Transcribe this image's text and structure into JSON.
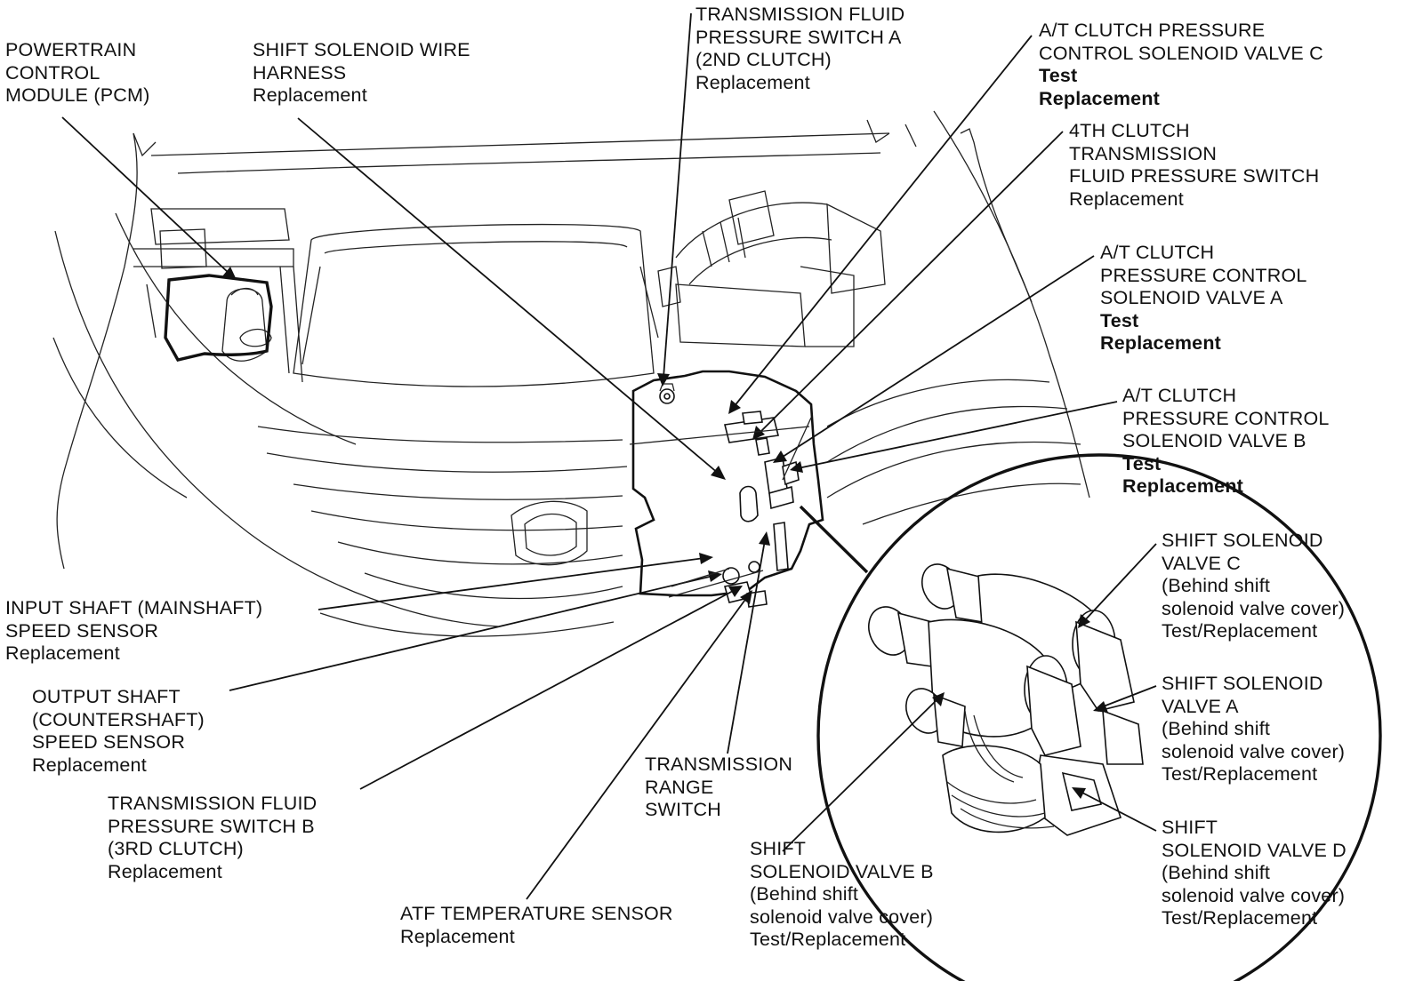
{
  "callouts": {
    "pcm": {
      "lines": [
        "POWERTRAIN",
        "CONTROL",
        "MODULE (PCM)"
      ]
    },
    "shift_solenoid_harness": {
      "lines": [
        "SHIFT SOLENOID WIRE",
        "HARNESS",
        "Replacement"
      ]
    },
    "tfps_a": {
      "lines": [
        "TRANSMISSION FLUID",
        "PRESSURE SWITCH A",
        "(2ND CLUTCH)",
        "Replacement"
      ]
    },
    "atcpc_c": {
      "lines": [
        "A/T CLUTCH PRESSURE",
        "CONTROL SOLENOID VALVE C"
      ],
      "bold_lines": [
        "Test",
        "Replacement"
      ]
    },
    "clutch4_tfps": {
      "lines": [
        "4TH CLUTCH",
        "TRANSMISSION",
        "FLUID PRESSURE SWITCH",
        "Replacement"
      ]
    },
    "atcpc_a": {
      "lines": [
        "A/T CLUTCH",
        "PRESSURE CONTROL",
        "SOLENOID VALVE A"
      ],
      "bold_lines": [
        "Test",
        "Replacement"
      ]
    },
    "atcpc_b": {
      "lines": [
        "A/T CLUTCH",
        "PRESSURE CONTROL",
        "SOLENOID VALVE B"
      ],
      "bold_lines": [
        "Test",
        "Replacement"
      ]
    },
    "ssv_c": {
      "lines": [
        "SHIFT SOLENOID",
        "VALVE C",
        "(Behind shift",
        "solenoid valve cover)",
        "Test/Replacement"
      ]
    },
    "ssv_a": {
      "lines": [
        "SHIFT SOLENOID",
        "VALVE A",
        "(Behind shift",
        "solenoid valve cover)",
        "Test/Replacement"
      ]
    },
    "ssv_d": {
      "lines": [
        "SHIFT",
        "SOLENOID VALVE D",
        "(Behind shift",
        "solenoid valve cover)",
        "Test/Replacement"
      ]
    },
    "ssv_b": {
      "lines": [
        "SHIFT",
        "SOLENOID VALVE B",
        "(Behind shift",
        "solenoid valve cover)",
        "Test/Replacement"
      ]
    },
    "input_shaft": {
      "lines": [
        "INPUT SHAFT (MAINSHAFT)",
        "SPEED SENSOR",
        "Replacement"
      ]
    },
    "output_shaft": {
      "lines": [
        "OUTPUT SHAFT",
        "(COUNTERSHAFT)",
        "SPEED SENSOR",
        "Replacement"
      ]
    },
    "tfps_b": {
      "lines": [
        "TRANSMISSION FLUID",
        "PRESSURE SWITCH B",
        "(3RD CLUTCH)",
        "Replacement"
      ]
    },
    "tr_switch": {
      "lines": [
        "TRANSMISSION",
        "RANGE",
        "SWITCH"
      ]
    },
    "atf_temp": {
      "lines": [
        "ATF TEMPERATURE SENSOR",
        "Replacement"
      ]
    }
  }
}
